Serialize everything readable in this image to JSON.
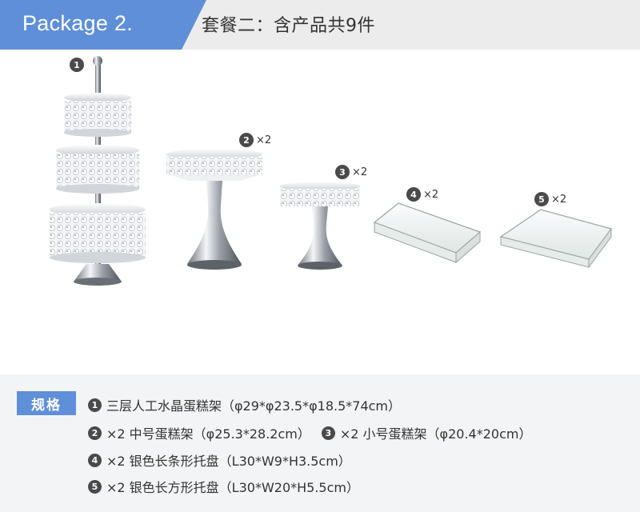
{
  "header": {
    "tab_title": "Package  2.",
    "subtitle": "套餐二：含产品共9件"
  },
  "callouts": [
    {
      "num": "1",
      "qty": ""
    },
    {
      "num": "2",
      "qty": "×2"
    },
    {
      "num": "3",
      "qty": "×2"
    },
    {
      "num": "4",
      "qty": "×2"
    },
    {
      "num": "5",
      "qty": "×2"
    }
  ],
  "specs": {
    "label": "规格",
    "items": [
      {
        "num": "1",
        "text": "三层人工水晶蛋糕架（φ29*φ23.5*φ18.5*74cm）"
      },
      {
        "num": "2",
        "text": "×2 中号蛋糕架（φ25.3*28.2cm）"
      },
      {
        "num": "3",
        "text": "×2 小号蛋糕架（φ20.4*20cm）"
      },
      {
        "num": "4",
        "text": "×2 银色长条形托盘（L30*W9*H3.5cm）"
      },
      {
        "num": "5",
        "text": "×2 银色长方形托盘（L30*W20*H5.5cm）"
      }
    ]
  },
  "colors": {
    "accent": "#5f8fd8",
    "header_bg": "#ececec",
    "badge": "#4a4a4a",
    "specs_bg": "#f3f4f6"
  }
}
